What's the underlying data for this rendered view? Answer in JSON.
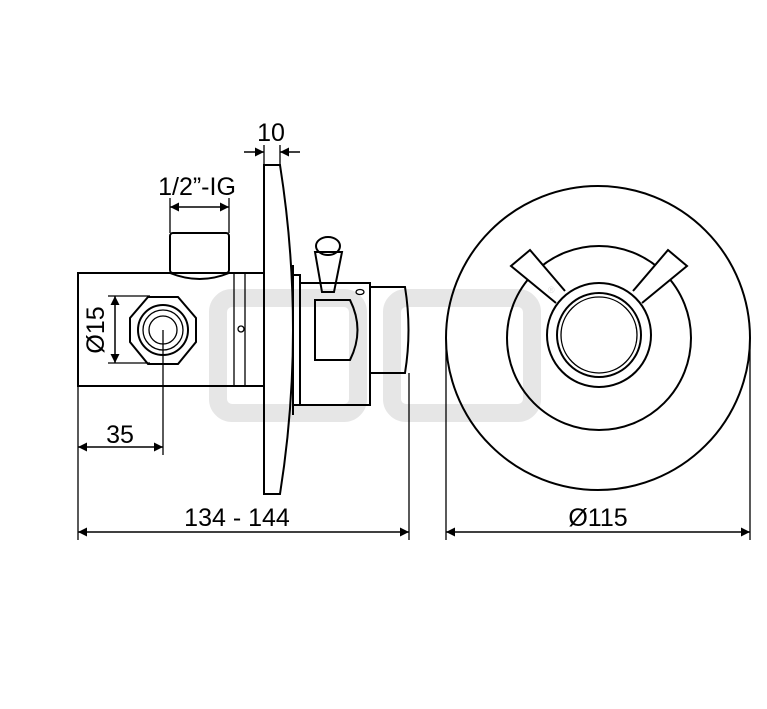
{
  "drawing": {
    "dimensions": {
      "plate_thickness": "10",
      "thread": "1/2”-IG",
      "connection_diameter": "Ø15",
      "connection_offset": "35",
      "total_depth": "134 - 144",
      "rosette_diameter": "Ø115"
    },
    "colors": {
      "line": "#000000",
      "watermark": "#e6e6e6",
      "background": "#ffffff"
    }
  }
}
